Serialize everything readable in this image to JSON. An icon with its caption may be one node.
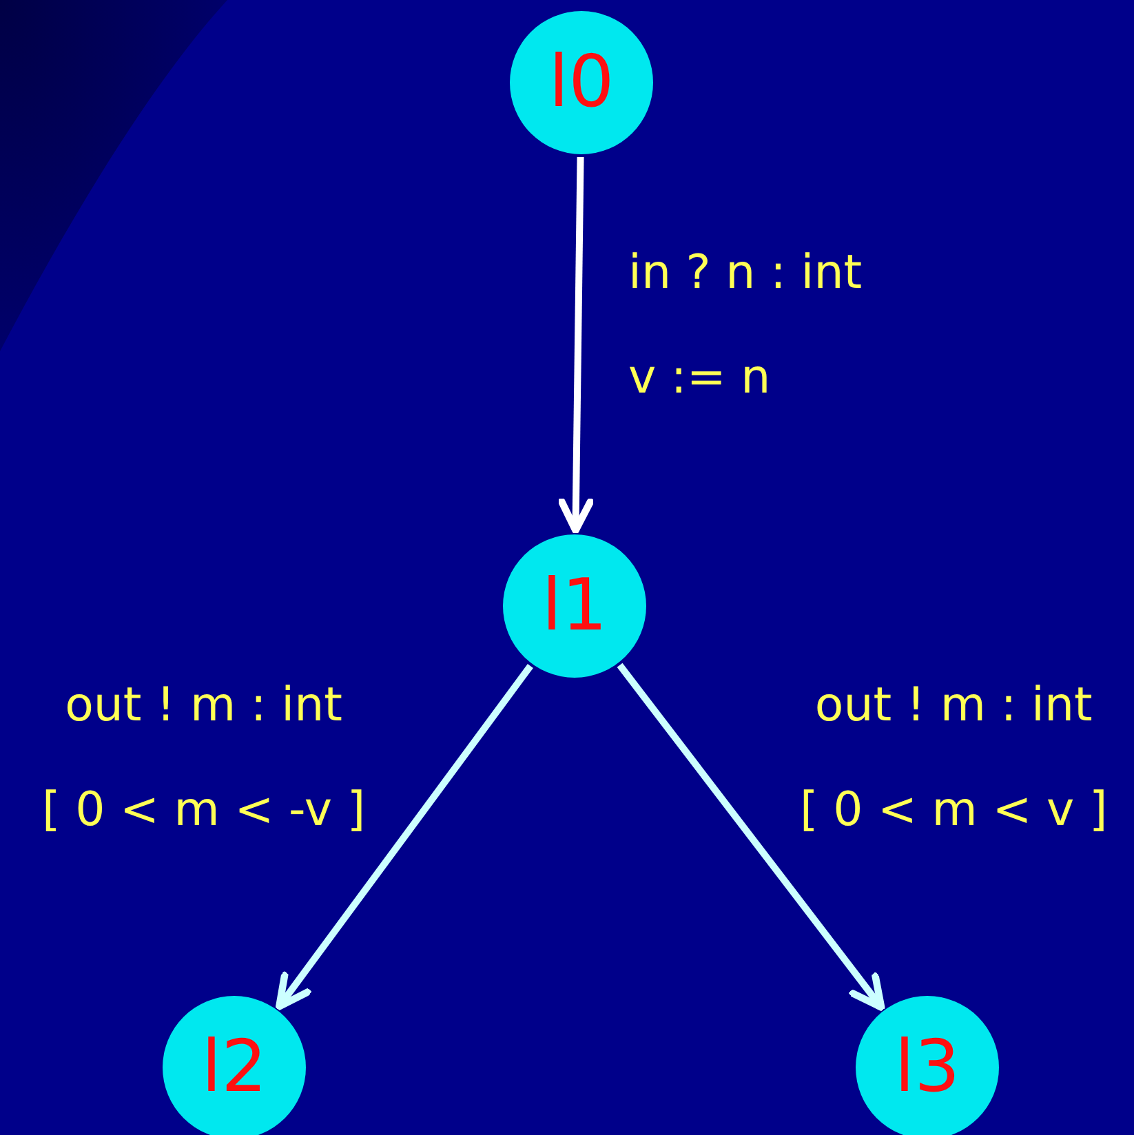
{
  "diagram": {
    "nodes": [
      {
        "text": [
          "l0"
        ]
      },
      {
        "text": [
          "l1"
        ]
      },
      {
        "text": [
          "l2"
        ]
      },
      {
        "text": [
          "l3"
        ]
      }
    ],
    "edges": [
      {
        "from": 0,
        "to": 1,
        "arrow": "to",
        "label": "in ? n : int v := n",
        "color": "#ffffff"
      },
      {
        "from": 1,
        "to": 2,
        "arrow": "to",
        "label": "out ! m : int [ 0 < m < -v ]"
      },
      {
        "from": 1,
        "to": 3,
        "arrow": "to",
        "label": "out ! m : int [ 0 < m < v ]"
      }
    ]
  }
}
